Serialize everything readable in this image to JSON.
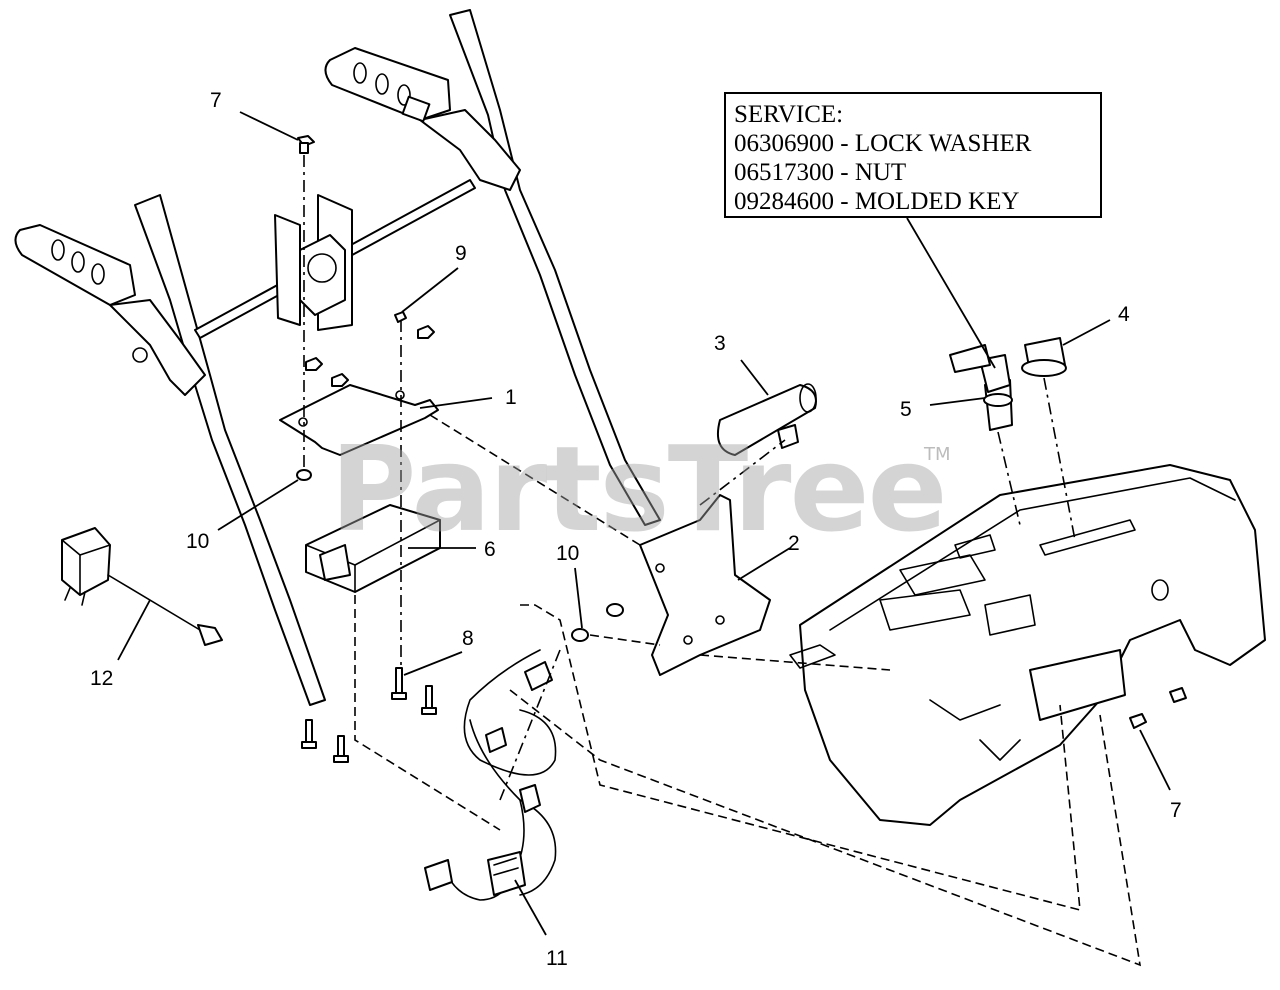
{
  "service_note": {
    "heading": "SERVICE:",
    "lines": [
      "06306900 - LOCK WASHER",
      "06517300 - NUT",
      "09284600 - MOLDED KEY"
    ]
  },
  "callouts": {
    "c1": "1",
    "c2": "2",
    "c3": "3",
    "c4": "4",
    "c5": "5",
    "c6": "6",
    "c7_top": "7",
    "c7_bottom": "7",
    "c8": "8",
    "c9": "9",
    "c10_left": "10",
    "c10_center": "10",
    "c11": "11",
    "c12": "12"
  },
  "watermark": {
    "text": "PartsTree",
    "trademark": "TM"
  }
}
